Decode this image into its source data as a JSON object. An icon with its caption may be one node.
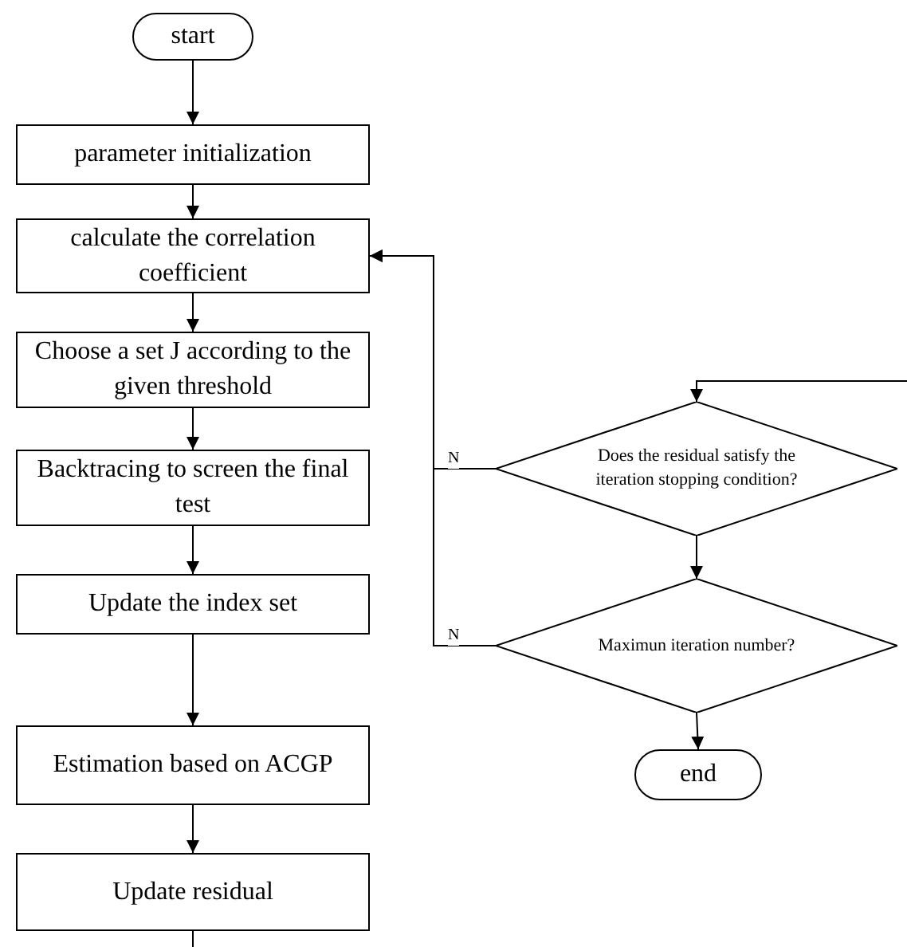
{
  "diagram": {
    "nodes": [
      {
        "text": [
          "start"
        ]
      },
      {
        "text": [
          "parameter initialization"
        ]
      },
      {
        "text": [
          "calculate the correlation coefficient"
        ]
      },
      {
        "text": [
          "Choose a set J according to the given threshold"
        ]
      },
      {
        "text": [
          "Backtracing to screen the final test"
        ]
      },
      {
        "text": [
          "Update the index set"
        ]
      },
      {
        "text": [
          "Estimation based on ACGP"
        ]
      },
      {
        "text": [
          "Update residual"
        ]
      },
      {
        "text": [
          "Does the residual satisfy the iteration stopping condition?"
        ]
      },
      {
        "text": [
          "Maximun iteration number?"
        ]
      },
      {
        "text": [
          "end"
        ]
      }
    ],
    "edges": [
      {
        "from": 0,
        "to": 1,
        "arrow": "to"
      },
      {
        "from": 1,
        "to": 2,
        "arrow": "to"
      },
      {
        "from": 2,
        "to": 3,
        "arrow": "to"
      },
      {
        "from": 3,
        "to": 4,
        "arrow": "to"
      },
      {
        "from": 4,
        "to": 5,
        "arrow": "to"
      },
      {
        "from": 5,
        "to": 6,
        "arrow": "to"
      },
      {
        "from": 6,
        "to": 7,
        "arrow": "to"
      },
      {
        "from": 7,
        "to": null,
        "arrow": "none"
      },
      {
        "from": null,
        "to": 8,
        "arrow": "to"
      },
      {
        "from": 8,
        "to": 2,
        "label": "N",
        "arrow": "to"
      },
      {
        "from": 8,
        "to": 9,
        "arrow": "to"
      },
      {
        "from": 9,
        "to": 2,
        "label": "N",
        "arrow": "to"
      },
      {
        "from": 9,
        "to": 10,
        "arrow": "to"
      }
    ]
  }
}
